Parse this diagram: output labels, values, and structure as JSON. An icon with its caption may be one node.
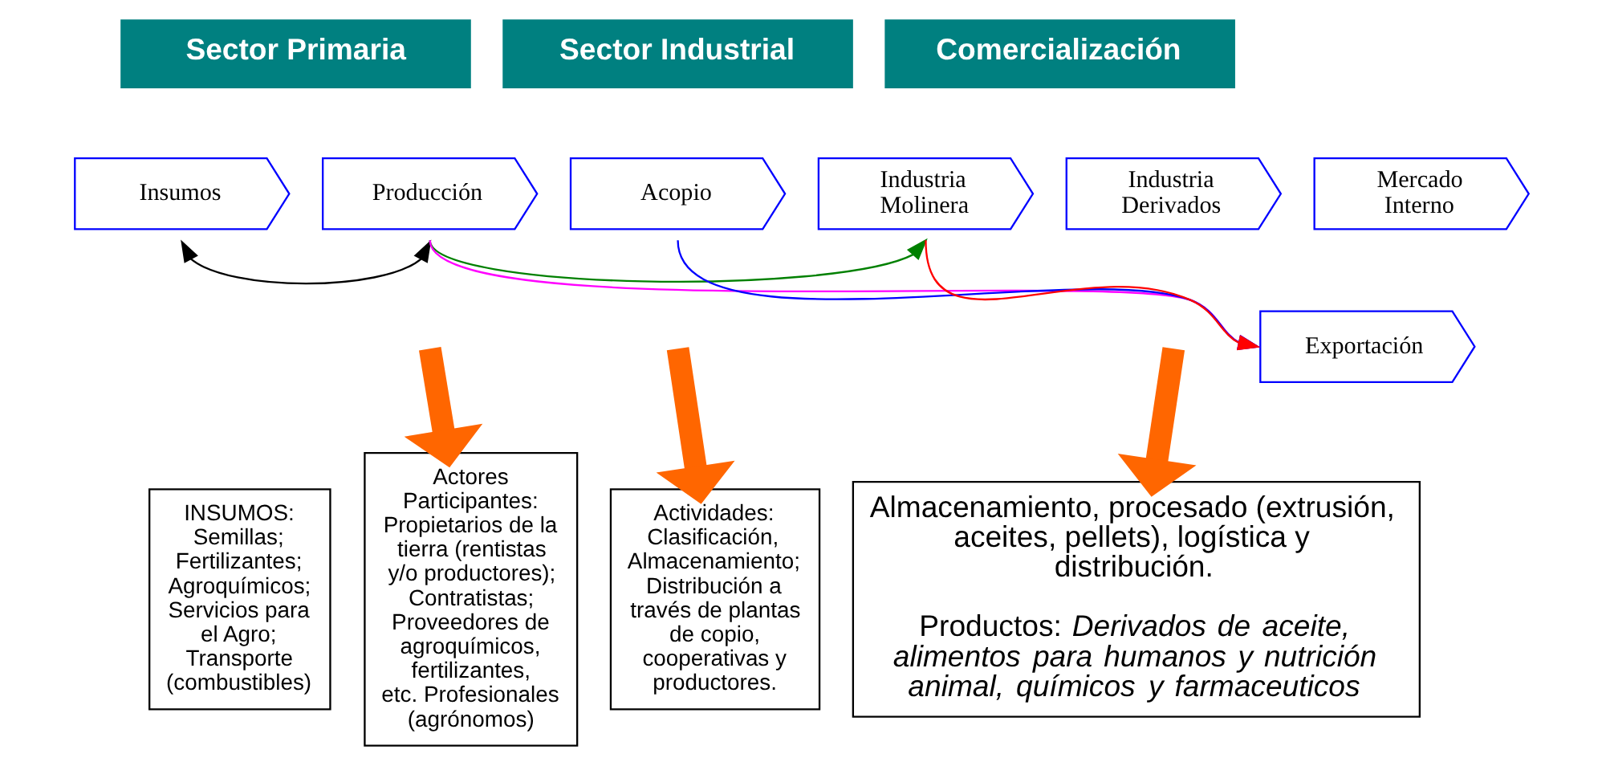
{
  "diagram": {
    "nodes": [
      {
        "text": [
          "Sector Primaria"
        ]
      },
      {
        "text": [
          "Sector Industrial"
        ]
      },
      {
        "text": [
          "Comercialización"
        ]
      },
      {
        "text": [
          "Insumos"
        ]
      },
      {
        "text": [
          "Producción"
        ]
      },
      {
        "text": [
          "Acopio"
        ]
      },
      {
        "text": [
          "Industria Molinera"
        ]
      },
      {
        "text": [
          "Industria Derivados"
        ]
      },
      {
        "text": [
          "Mercado Interno"
        ]
      },
      {
        "text": [
          "Exportación"
        ]
      },
      {
        "text": [
          "INSUMOS: Semillas; Fertilizantes; Agroquímicos; Servicios para el Agro; Transporte (combustibles)"
        ]
      },
      {
        "text": [
          "Actores Participantes: Propietarios de la tierra (rentistas y/o productores); Contratistas; Proveedores de agroquímicos, fertilizantes, etc. Profesionales (agrónomos)"
        ]
      },
      {
        "text": [
          "Actividades: Clasificación, Almacenamiento; Distribución a través de plantas de copio, cooperativas y productores."
        ]
      },
      {
        "text": [
          "Almacenamiento, procesado (extrusión, aceites, pellets), logística y distribución.",
          "Productos: *Derivados de aceite, alimentos para humanos y nutrición animal, químicos y farmaceuticos*"
        ]
      }
    ],
    "edges": [
      {
        "from": 3,
        "to": 4,
        "arrow": "both",
        "color": "#000000"
      },
      {
        "from": 4,
        "to": 6,
        "arrow": "to",
        "color": "#008000"
      },
      {
        "from": 6,
        "to": 9,
        "arrow": "to",
        "color": "#ff0000"
      },
      {
        "from": 4,
        "to": 9,
        "arrow": "to",
        "color": "#ff00ff"
      },
      {
        "from": 5,
        "to": 9,
        "arrow": "to",
        "color": "#0000ff"
      },
      {
        "from": null,
        "to": 11,
        "arrow": "to",
        "style": "thick",
        "color": "#ff6600"
      },
      {
        "from": null,
        "to": 12,
        "arrow": "to",
        "style": "thick",
        "color": "#ff6600"
      },
      {
        "from": null,
        "to": 13,
        "arrow": "to",
        "style": "thick",
        "color": "#ff6600"
      }
    ]
  }
}
